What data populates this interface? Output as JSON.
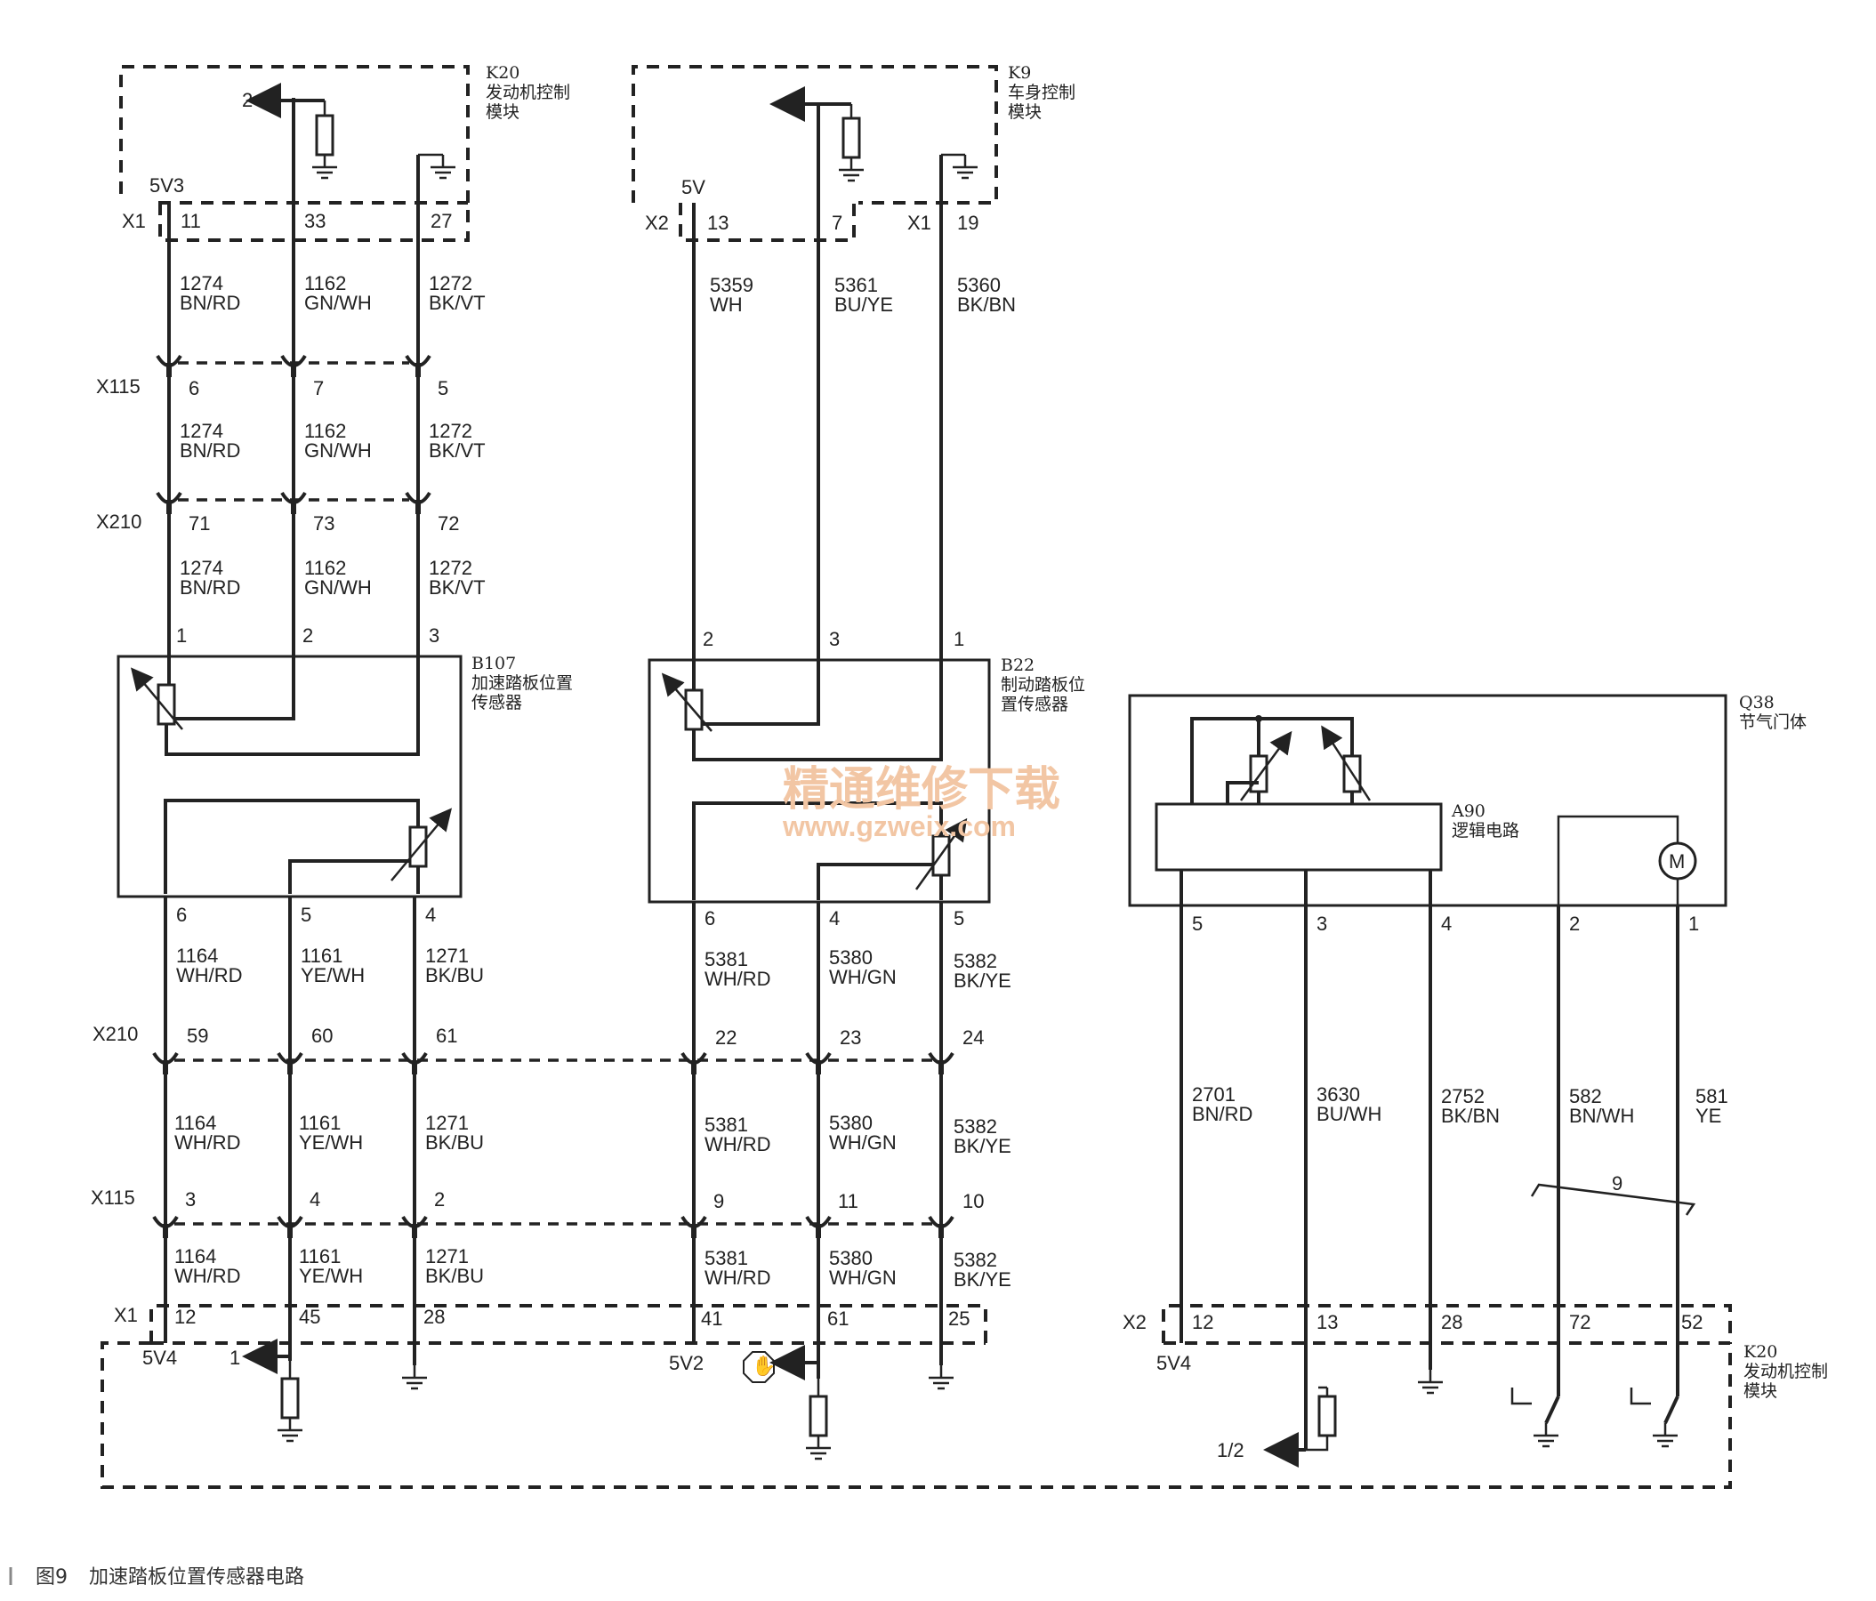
{
  "modules": {
    "k20_top": {
      "id": "K20",
      "name_1": "发动机控制",
      "name_2": "模块",
      "out_pin": "2",
      "supply": "5V3"
    },
    "k9": {
      "id": "K9",
      "name_1": "车身控制",
      "name_2": "模块",
      "supply": "5V"
    },
    "k20_bottom": {
      "id": "K20",
      "name_1": "发动机控制",
      "name_2": "模块",
      "supply_1": "5V4",
      "supply_2": "5V2",
      "supply_3": "5V4",
      "ref_1": "1",
      "ref_2": "1/2"
    }
  },
  "connectors": {
    "x1": "X1",
    "x2": "X2",
    "x115": "X115",
    "x210": "X210"
  },
  "sensors": {
    "b107": {
      "id": "B107",
      "name_1": "加速踏板位置",
      "name_2": "传感器"
    },
    "b22": {
      "id": "B22",
      "name_1": "制动踏板位",
      "name_2": "置传感器"
    },
    "q38": {
      "id": "Q38",
      "name_1": "节气门体"
    },
    "a90": {
      "id": "A90",
      "name_1": "逻辑电路"
    },
    "motor": "M"
  },
  "top_wires": {
    "k20_pins": [
      "11",
      "33",
      "27"
    ],
    "k9_pins": [
      "13",
      "7",
      "19"
    ],
    "w1274": {
      "num": "1274",
      "color": "BN/RD"
    },
    "w1162": {
      "num": "1162",
      "color": "GN/WH"
    },
    "w1272": {
      "num": "1272",
      "color": "BK/VT"
    },
    "w5359": {
      "num": "5359",
      "color": "WH"
    },
    "w5361": {
      "num": "5361",
      "color": "BU/YE"
    },
    "w5360": {
      "num": "5360",
      "color": "BK/BN"
    },
    "x115_pins": [
      "6",
      "7",
      "5"
    ],
    "x210_pins": [
      "71",
      "73",
      "72"
    ],
    "b107_top_pins": [
      "1",
      "2",
      "3"
    ],
    "b22_top_pins": [
      "2",
      "3",
      "1"
    ]
  },
  "bottom_wires": {
    "b107_bot_pins": [
      "6",
      "5",
      "4"
    ],
    "b22_bot_pins": [
      "6",
      "4",
      "5"
    ],
    "w1164": {
      "num": "1164",
      "color": "WH/RD"
    },
    "w1161": {
      "num": "1161",
      "color": "YE/WH"
    },
    "w1271": {
      "num": "1271",
      "color": "BK/BU"
    },
    "w5381": {
      "num": "5381",
      "color": "WH/RD"
    },
    "w5380": {
      "num": "5380",
      "color": "WH/GN"
    },
    "w5382": {
      "num": "5382",
      "color": "BK/YE"
    },
    "x210_pins": [
      "59",
      "60",
      "61",
      "22",
      "23",
      "24"
    ],
    "x115_pins": [
      "3",
      "4",
      "2",
      "9",
      "11",
      "10"
    ],
    "x1_pins": [
      "12",
      "45",
      "28",
      "41",
      "61",
      "25"
    ]
  },
  "q38_wires": {
    "pins": [
      "5",
      "3",
      "4",
      "2",
      "1"
    ],
    "w2701": {
      "num": "2701",
      "color": "BN/RD"
    },
    "w3630": {
      "num": "3630",
      "color": "BU/WH"
    },
    "w2752": {
      "num": "2752",
      "color": "BK/BN"
    },
    "w582": {
      "num": "582",
      "color": "BN/WH"
    },
    "w581": {
      "num": "581",
      "color": "YE"
    },
    "twist_ref": "9",
    "x2_pins": [
      "12",
      "13",
      "28",
      "72",
      "52"
    ]
  },
  "watermark": {
    "cn": "精通维修下载",
    "url": "www.gzweix.com"
  },
  "caption": {
    "fig": "图9",
    "title": "加速踏板位置传感器电路"
  }
}
